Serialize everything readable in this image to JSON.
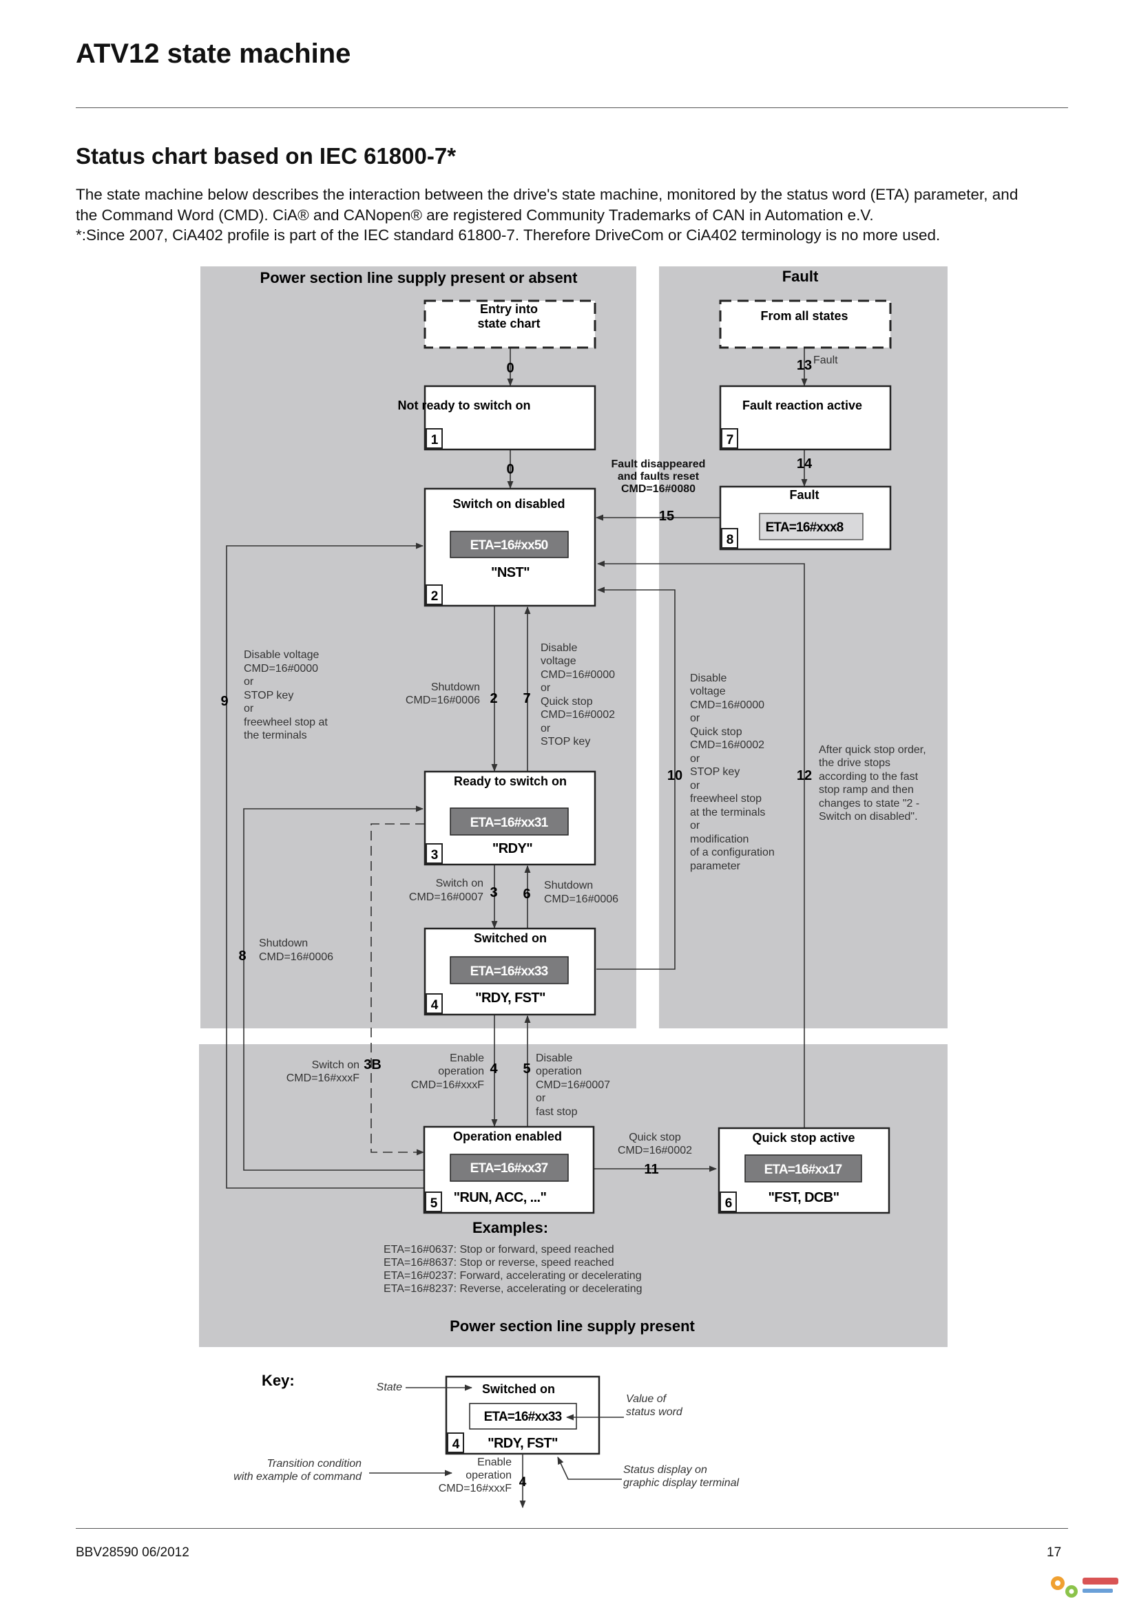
{
  "header": {
    "title": "ATV12 state machine",
    "subtitle": "Status chart based on IEC 61800-7*",
    "intro_lines": [
      "The state machine below describes the interaction between the drive's state machine, monitored by the status word (ETA) parameter, and",
      "the Command Word (CMD). CiA® and CANopen® are registered Community Trademarks of CAN in Automation e.V.",
      "*:Since 2007, CiA402 profile is part of the IEC standard 61800-7. Therefore DriveCom or CiA402 terminology is no more used."
    ]
  },
  "regions": {
    "supply_present_or_absent": "Power section line supply present or absent",
    "fault": "Fault",
    "supply_present": "Power section line supply present"
  },
  "states": {
    "entry": {
      "lines": [
        "Entry into",
        "state chart"
      ]
    },
    "from_all": {
      "label": "From all states"
    },
    "s1": {
      "num": "1",
      "title": "Not ready to switch on"
    },
    "s2": {
      "num": "2",
      "title": "Switch on disabled",
      "eta": "ETA=16#xx50",
      "display": "\"NST\""
    },
    "s3": {
      "num": "3",
      "title": "Ready to switch on",
      "eta": "ETA=16#xx31",
      "display": "\"RDY\""
    },
    "s4": {
      "num": "4",
      "title": "Switched on",
      "eta": "ETA=16#xx33",
      "display": "\"RDY, FST\""
    },
    "s5": {
      "num": "5",
      "title": "Operation enabled",
      "eta": "ETA=16#xx37",
      "display": "\"RUN, ACC, ...\""
    },
    "s6": {
      "num": "6",
      "title": "Quick stop active",
      "eta": "ETA=16#xx17",
      "display": "\"FST, DCB\""
    },
    "s7": {
      "num": "7",
      "title": "Fault reaction active"
    },
    "s8": {
      "num": "8",
      "title": "Fault",
      "eta": "ETA=16#xxx8"
    }
  },
  "transitions": {
    "t0a": "0",
    "t0b": "0",
    "t2": "2",
    "t2_text": [
      "Shutdown",
      "CMD=16#0006"
    ],
    "t7": "7",
    "t7_text": [
      "Disable",
      "voltage",
      "CMD=16#0000",
      "or",
      "Quick stop",
      "CMD=16#0002",
      "or",
      "STOP key"
    ],
    "t9": "9",
    "t9_text": [
      "Disable voltage",
      "CMD=16#0000",
      "or",
      "STOP key",
      "or",
      "freewheel stop at",
      "the terminals"
    ],
    "t10": "10",
    "t10_text": [
      "Disable",
      "voltage",
      "CMD=16#0000",
      "or",
      "Quick stop",
      "CMD=16#0002",
      "or",
      "STOP key",
      "or",
      "freewheel stop",
      "at the terminals",
      "or",
      "modification",
      "of a configuration",
      "parameter"
    ],
    "t12": "12",
    "t12_text": [
      "After quick stop order,",
      "the drive stops",
      "according to the fast",
      "stop ramp and then",
      "changes to state \"2 -",
      "Switch on disabled\"."
    ],
    "t13": "13",
    "t13_text": "Fault",
    "t14": "14",
    "t15": "15",
    "t15_text": [
      "Fault disappeared",
      "and faults reset",
      "CMD=16#0080"
    ],
    "t3": "3",
    "t3_text": [
      "Switch on",
      "CMD=16#0007"
    ],
    "t6": "6",
    "t6_text": [
      "Shutdown",
      "CMD=16#0006"
    ],
    "t8": "8",
    "t8_text": [
      "Shutdown",
      "CMD=16#0006"
    ],
    "t3b": "3B",
    "t3b_text": [
      "Switch on",
      "CMD=16#xxxF"
    ],
    "t4": "4",
    "t4_text": [
      "Enable",
      "operation",
      "CMD=16#xxxF"
    ],
    "t5": "5",
    "t5_text": [
      "Disable",
      "operation",
      "CMD=16#0007",
      "or",
      "fast stop"
    ],
    "t11": "11",
    "t11_text": [
      "Quick stop",
      "CMD=16#0002"
    ]
  },
  "examples": {
    "title": "Examples:",
    "lines": [
      "ETA=16#0637: Stop or forward, speed reached",
      "ETA=16#8637: Stop or reverse, speed reached",
      "ETA=16#0237: Forward, accelerating or decelerating",
      "ETA=16#8237: Reverse, accelerating or decelerating"
    ]
  },
  "key": {
    "title": "Key:",
    "state_label": "State",
    "box_title": "Switched on",
    "box_eta": "ETA=16#xx33",
    "box_display": "\"RDY, FST\"",
    "box_num": "4",
    "value_label": [
      "Value of",
      "status word"
    ],
    "transition_label": [
      "Transition condition",
      "with example of command"
    ],
    "display_label": [
      "Status display on",
      "graphic display terminal"
    ],
    "cmd_text": [
      "Enable",
      "operation",
      "CMD=16#xxxF"
    ],
    "cmd_num": "4"
  },
  "footer": {
    "ref": "BBV28590 06/2012",
    "page": "17"
  },
  "colors": {
    "region_gray": "#c8c8ca",
    "eta_dark": "#7c7c7e",
    "eta_light": "#d9d9db",
    "line": "#333333"
  }
}
